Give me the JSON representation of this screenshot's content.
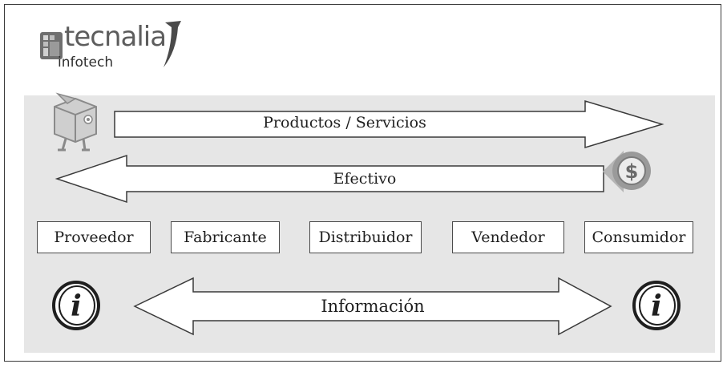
{
  "logo": {
    "name": "tecnalia",
    "subtitle": "infotech"
  },
  "flows": {
    "products_label": "Productos / Servicios",
    "cash_label": "Efectivo",
    "info_label": "Información"
  },
  "roles": [
    "Proveedor",
    "Fabricante",
    "Distribuidor",
    "Vendedor",
    "Consumidor"
  ],
  "icons": {
    "products": "package-icon",
    "cash": "dollar-coin-icon",
    "info_left": "info-icon",
    "info_right": "info-icon"
  },
  "colors": {
    "panel": "#e6e6e6",
    "arrow_fill": "#ffffff",
    "stroke": "#3a3a3a"
  }
}
